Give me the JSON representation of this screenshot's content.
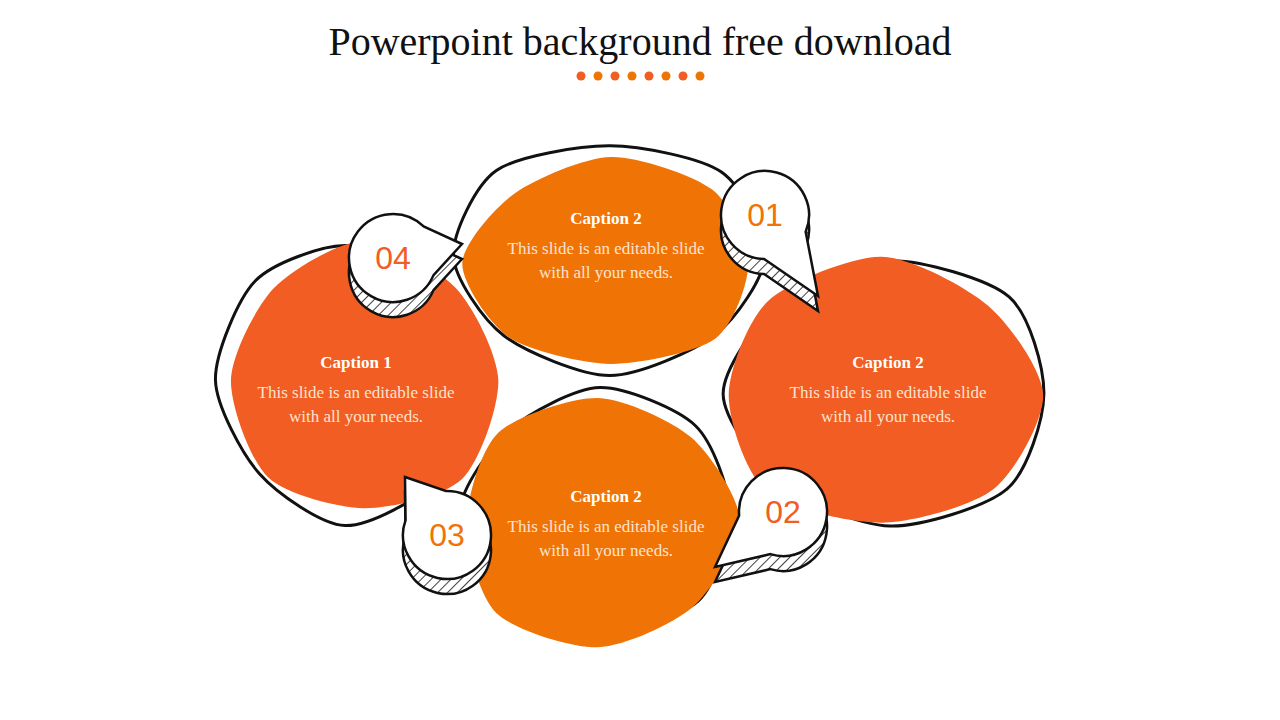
{
  "diagram": {
    "title": "Powerpoint background free download",
    "nodes": [
      {
        "text": [
          "Caption 2",
          "This slide is an editable slide with all your needs."
        ]
      },
      {
        "text": [
          "Caption 1",
          "This slide is an editable slide with all your needs."
        ]
      },
      {
        "text": [
          "Caption 2",
          "This slide is an editable slide with all your needs."
        ]
      },
      {
        "text": [
          "Caption 2",
          "This slide is an editable slide with all your needs."
        ]
      }
    ],
    "labels": [
      "01",
      "02",
      "03",
      "04"
    ]
  }
}
